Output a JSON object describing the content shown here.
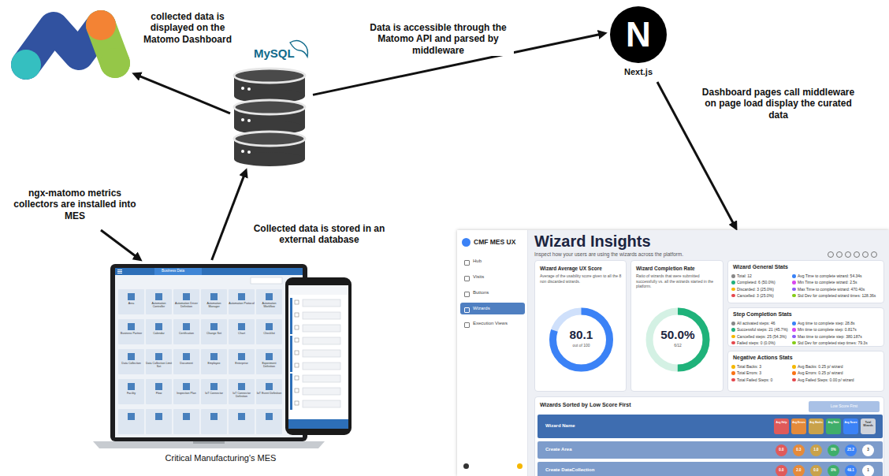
{
  "diagram": {
    "nodes": [
      {
        "text": [
          "collected data is displayed on the Matomo Dashboard"
        ]
      },
      {
        "text": [
          "MySQL"
        ]
      },
      {
        "text": [
          "N",
          "Next.js"
        ]
      },
      {
        "text": [
          "Critical Manufacturing's MES"
        ]
      },
      {
        "text": [
          "Wizard Insights",
          "Inspect how your users are using the wizards across the platform."
        ]
      },
      {
        "text": [
          "CMF MES UX",
          "Hub",
          "Visits",
          "Buttons",
          "Wizards",
          "Execution Views"
        ],
        "in": 4
      },
      {
        "text": [
          "Wizard Average UX Score",
          "Average of the usability score given to all the 8 non discarded wizards.",
          "80.1",
          "out of 100"
        ],
        "in": 4
      },
      {
        "text": [
          "Wizard Completion Rate",
          "Ratio of wizards that were submitted successfully vs. all the wizards started in the platform.",
          "50.0%",
          "6/12"
        ],
        "in": 4
      },
      {
        "text": [
          "Wizard General Stats",
          "Total: 12",
          "Completed: 6 (50.0%)",
          "Discarded: 3 (25.0%)",
          "Cancelled: 3 (25.0%)",
          "Avg Time to complete wizard: 54.34s",
          "Min Time to complete wizard: 2.5s",
          "Max Time to complete wizard: 470.40s",
          "Std Dev for completed wizard times: 128.36s"
        ],
        "in": 4
      },
      {
        "text": [
          "Step Completion Stats",
          "All activated steps: 46",
          "Successful steps: 21 (45.7%)",
          "Cancelled steps: 25 (54.3%)",
          "Failed steps: 0 (0.0%)",
          "Avg time to complete step: 28.8s",
          "Min time to complete step: 0.817s",
          "Max time to complete step: 380.187s",
          "Std Dev for completed step times: 79.3s"
        ],
        "in": 4
      },
      {
        "text": [
          "Negative Actions Stats",
          "Total Backs: 3",
          "Total Errors: 3",
          "Total Failed Steps: 0",
          "Avg Backs: 0.25 p/ wizard",
          "Avg Errors: 0.25 p/ wizard",
          "Avg Failed Steps: 0.00 p/ wizard"
        ],
        "in": 4
      },
      {
        "text": [
          "Wizards Sorted by Low Score First"
        ],
        "in": 4
      },
      {
        "text": [
          "Low Score First"
        ],
        "in": 11
      },
      {
        "text": [
          "Wizard Name",
          "Avg Help",
          "Avg Errors",
          "Avg Backs",
          "Avg Rate",
          "Avg Score",
          "Total Wizards"
        ],
        "in": 11
      },
      {
        "text": [
          "Create Area",
          "0.0",
          "0.3",
          "1.0",
          "0%",
          "25.2",
          "3"
        ],
        "in": 11
      },
      {
        "text": [
          "Create DataCollection",
          "0.0",
          "2.0",
          "0.0",
          "0%",
          "49.1",
          "1"
        ],
        "in": 11
      }
    ],
    "edges": [
      {
        "from": 1,
        "to": 0,
        "arrow": "to"
      },
      {
        "from": 1,
        "to": 2,
        "arrow": "to",
        "label": "Data is accessible through the Matomo API and parsed by middleware"
      },
      {
        "from": 2,
        "to": 4,
        "arrow": "to",
        "label": "Dashboard pages call middleware on page load display the curated data"
      },
      {
        "from": 3,
        "to": 1,
        "arrow": "to",
        "label": "Collected data is stored in an external database"
      }
    ],
    "labels": [
      "ngx-matomo metrics collectors are installed into MES",
      "Business Data",
      "Area",
      "Automation Controller",
      "Automation Driver Definition",
      "Automation Manager",
      "Automation Protocol",
      "Automation Workflow",
      "Business Partner",
      "Calendar",
      "Certification",
      "Change Set",
      "Chart",
      "Checklist",
      "Data Collection",
      "Data Collection Limit Set",
      "Document",
      "Employee",
      "Enterprise",
      "Experiment Definition",
      "Facility",
      "Flow",
      "Inspection Plan",
      "IoT Connector",
      "IoT Connector Definition",
      "IoT Event Definition"
    ]
  }
}
